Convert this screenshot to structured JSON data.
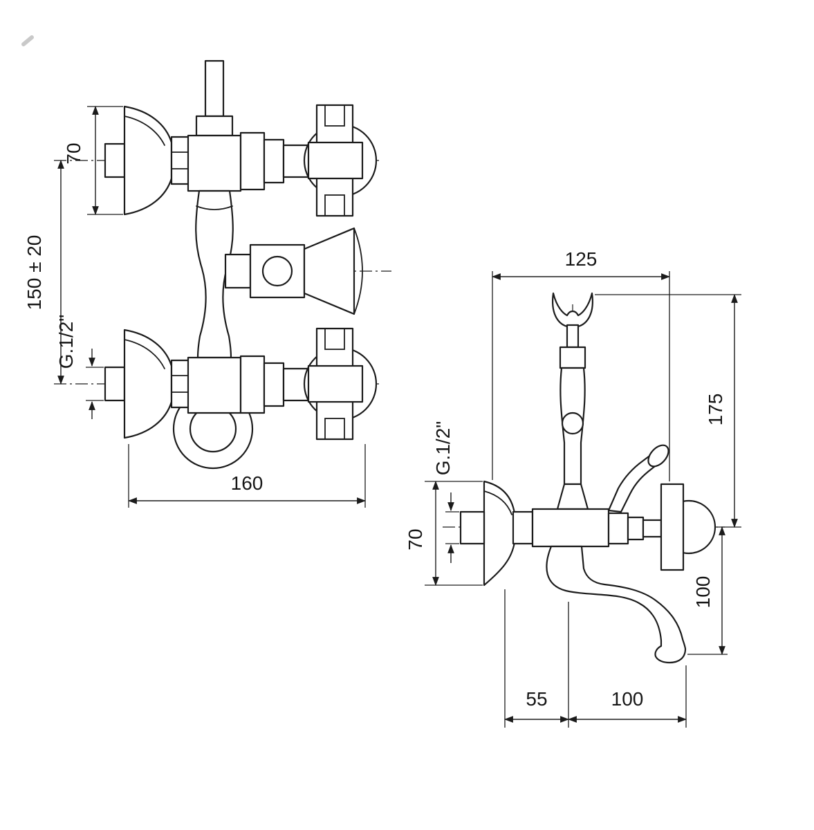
{
  "front_view": {
    "dim_bell": "70",
    "dim_spacing": "150 ± 20",
    "dim_thread": "G.1/2\"",
    "dim_width": "160"
  },
  "side_view": {
    "dim_width_top": "125",
    "dim_height": "175",
    "dim_thread": "G.1/2\"",
    "dim_bell": "70",
    "dim_drop": "100",
    "dim_offset": "55",
    "dim_reach": "100"
  }
}
